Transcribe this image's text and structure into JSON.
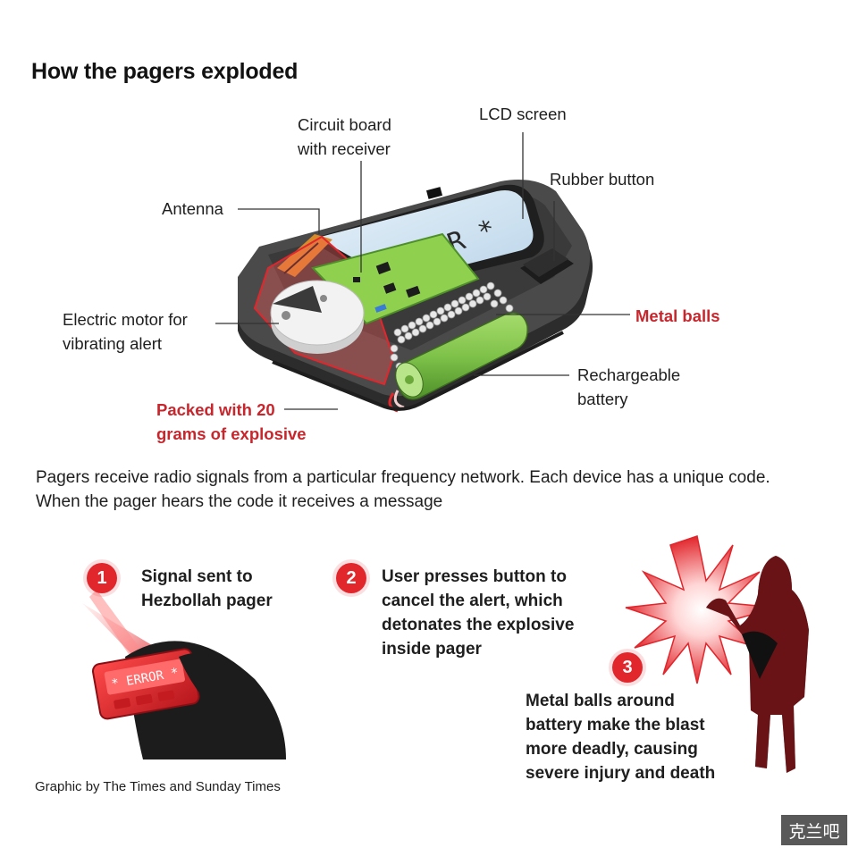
{
  "title": "How the pagers exploded",
  "labels": {
    "circuit_board_line1": "Circuit board",
    "circuit_board_line2": "with receiver",
    "lcd_screen": "LCD screen",
    "rubber_button": "Rubber button",
    "antenna": "Antenna",
    "motor_line1": "Electric motor for",
    "motor_line2": "vibrating alert",
    "metal_balls": "Metal balls",
    "battery_line1": "Rechargeable",
    "battery_line2": "battery",
    "explosive_line1": "Packed with 20",
    "explosive_line2": "grams of explosive"
  },
  "screen_text": "ERROR *",
  "description_line1": "Pagers receive radio signals from a particular frequency network. Each device has a unique code.",
  "description_line2": "When the pager hears the code it receives a message",
  "steps": [
    {
      "number": "1",
      "lines": [
        "Signal sent to",
        "Hezbollah pager"
      ]
    },
    {
      "number": "2",
      "lines": [
        "User presses button to",
        "cancel the alert, which",
        "detonates the explosive",
        "inside pager"
      ]
    },
    {
      "number": "3",
      "lines": [
        "Metal balls around",
        "battery make the blast",
        "more deadly, causing",
        "severe injury and death"
      ]
    }
  ],
  "small_pager_text": "* ERROR *",
  "credit": "Graphic by The Times and Sunday Times",
  "watermark": "克兰吧",
  "colors": {
    "accent_red": "#e1262c",
    "label_red": "#c8262d",
    "battery_green": "#7fc24a",
    "board_green": "#8fd14f",
    "screen_blue": "#cfe3f2",
    "pager_dark": "#3a3a3a"
  }
}
